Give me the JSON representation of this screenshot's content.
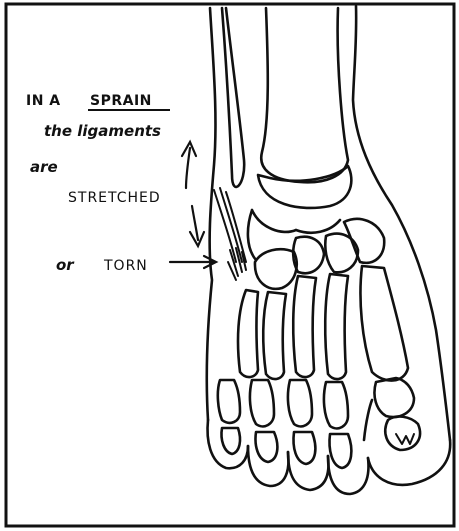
{
  "labels": {
    "line1_prefix": "IN A",
    "line1_keyword": "SPRAIN",
    "line2": "the ligaments",
    "line3": "are",
    "line4": "STRETCHED",
    "line5_prefix": "or",
    "line5_keyword": "TORN"
  },
  "colors": {
    "ink": "#111111",
    "paper": "#ffffff"
  }
}
